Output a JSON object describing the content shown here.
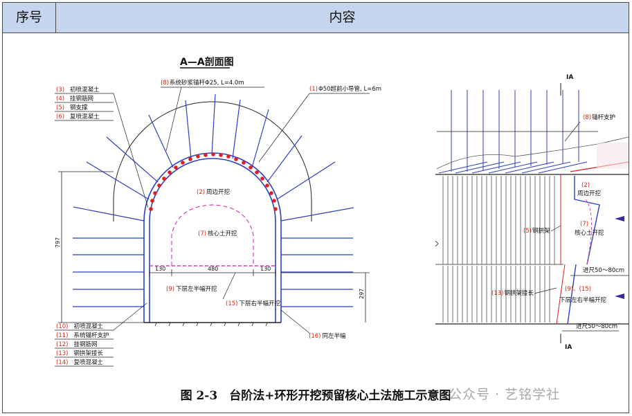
{
  "header": {
    "col1": "序号",
    "col2": "内容"
  },
  "figure": {
    "section_title": "A—A剖面图",
    "caption": "图 2-3　台阶法+环形开挖预留核心土法施工示意图",
    "watermark": "公众号 · 艺铭学社",
    "top_labels": [
      {
        "num": "(3)",
        "text": "初喷混凝土"
      },
      {
        "num": "(4)",
        "text": "挂钢筋网"
      },
      {
        "num": "(5)",
        "text": "钢支撑"
      },
      {
        "num": "(6)",
        "text": "复喷混凝土"
      }
    ],
    "bolt_label": {
      "num": "(8)",
      "text": "系统砂浆锚杆Φ25, L=4.0m"
    },
    "pipe_label": {
      "num": "(1)",
      "text": "Φ50超前小导管, L=6m"
    },
    "zone_labels": {
      "periphery": {
        "num": "(2)",
        "text": "周边开挖"
      },
      "core": {
        "num": "(7)",
        "text": "核心土开挖"
      },
      "lower_left": {
        "num": "(9)",
        "text": "下层左半幅开挖"
      },
      "lower_right": {
        "num": "(15)",
        "text": "下层右半幅开挖"
      },
      "same_left": {
        "num": "(16)",
        "text": "同左半幅"
      }
    },
    "dims": {
      "d130a": "130",
      "d480": "480",
      "d130b": "130",
      "h797": "797",
      "h297": "297"
    },
    "bottom_labels": [
      {
        "num": "(10)",
        "text": "初喷混凝土"
      },
      {
        "num": "(11)",
        "text": "系统锚杆支护"
      },
      {
        "num": "(12)",
        "text": "挂钢筋网"
      },
      {
        "num": "(13)",
        "text": "钢拱架接长"
      },
      {
        "num": "(14)",
        "text": "复喷混凝土"
      }
    ],
    "right": {
      "ia_top": "IA",
      "ia_bottom": "IA",
      "anchor": {
        "num": "(8)",
        "text": "锚杆支护"
      },
      "periphery": {
        "num": "(2)",
        "text": "周边开挖"
      },
      "arch": {
        "num": "(5)",
        "text": "钢拱架"
      },
      "core": {
        "num": "(7)",
        "text": "核心土开挖"
      },
      "advance1": "进尺50～80cm",
      "extend": {
        "num": "(13)",
        "text": "钢拱架接长"
      },
      "lower": {
        "num": "(9)、(15)",
        "text": "下层左右半幅开挖"
      },
      "advance2": "进尺50～80cm"
    }
  }
}
